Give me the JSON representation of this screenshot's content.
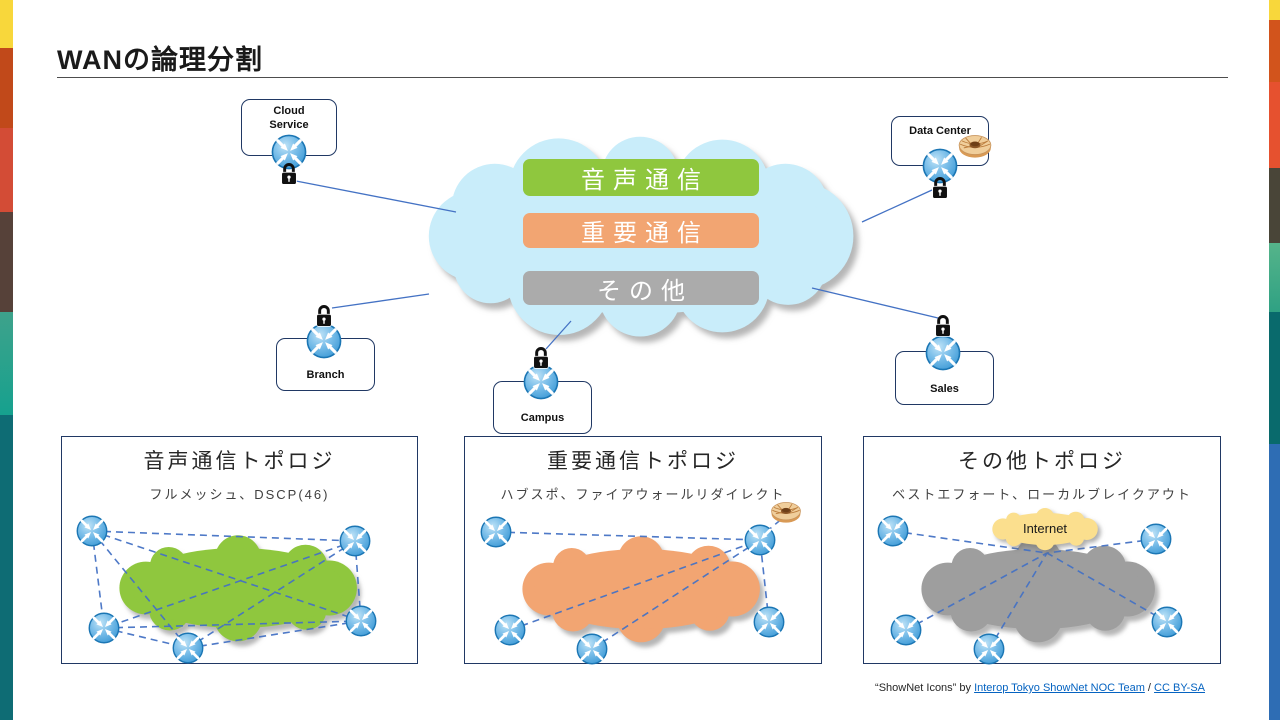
{
  "slide": {
    "title": "WANの論理分割",
    "attribution": {
      "prefix": "“ShowNet Icons” by ",
      "link1": "Interop Tokyo ShowNet NOC Team",
      "separator": " / ",
      "link2": "CC BY-SA"
    }
  },
  "wan_cloud": {
    "traffic_classes": [
      {
        "label": "音声通信",
        "color": "#8FC73E"
      },
      {
        "label": "重要通信",
        "color": "#F2A572"
      },
      {
        "label": "その他",
        "color": "#ABABAB"
      }
    ]
  },
  "sites": [
    {
      "label": "Cloud Service",
      "secured": true
    },
    {
      "label": "Data Center",
      "secured": true,
      "firewall": true
    },
    {
      "label": "Branch",
      "secured": true
    },
    {
      "label": "Campus",
      "secured": true
    },
    {
      "label": "Sales",
      "secured": true
    }
  ],
  "topologies": [
    {
      "title": "音声通信トポロジ",
      "subtitle": "フルメッシュ、DSCP(46)",
      "cloud_color": "#8FC73E",
      "pattern": "full-mesh",
      "router_count": 5
    },
    {
      "title": "重要通信トポロジ",
      "subtitle": "ハブスポ、ファイアウォールリダイレクト",
      "cloud_color": "#F2A572",
      "pattern": "hub-and-spoke",
      "router_count": 5,
      "firewall": true
    },
    {
      "title": "その他トポロジ",
      "subtitle": "ベストエフォート、ローカルブレイクアウト",
      "cloud_color": "#9E9E9E",
      "pattern": "local-breakout",
      "router_count": 5,
      "internet_label": "Internet"
    }
  ],
  "colors": {
    "cloud-blue": "#C9EDFA",
    "voice-green": "#8FC73E",
    "important-orange": "#F2A572",
    "other-gray": "#ABABAB",
    "internet-yellow": "#FBDF8E",
    "line-blue": "#4472C4",
    "navy": "#203864",
    "link-blue": "#0563C1",
    "router-blue": "#3D9AD6"
  },
  "icons": {
    "router-icon": "blue sphere with four inward white arrows",
    "lock-icon": "black padlock",
    "donut-icon": "tan donut (firewall)",
    "cloud-shape": "bumpy cloud"
  }
}
